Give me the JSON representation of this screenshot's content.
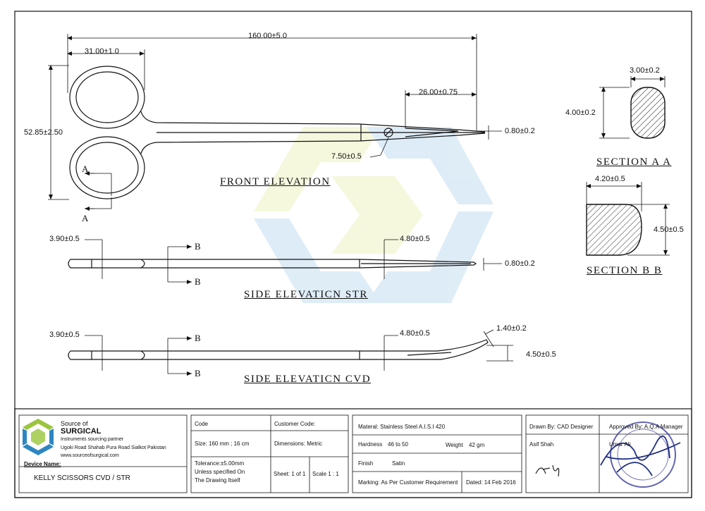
{
  "drawing": {
    "views": {
      "front": "FRONT  ELEVATION",
      "side_str": "SIDE  ELEVATICN  STR",
      "side_cvd": "SIDE  ELEVATICN  CVD",
      "section_a": "SECTION  A  A",
      "section_b": "SECTION  B  B"
    },
    "dims": {
      "overall_length": "160.00±5.0",
      "ring_width": "31.00±1.0",
      "height": "52.85±2.50",
      "tip_length": "26.00±0.75",
      "tip_width": "0.80±0.2",
      "screw": "7.50±0.5",
      "sec_a_w": "3.00±0.2",
      "sec_a_h": "4.00±0.2",
      "sec_b_w": "4.20±0.5",
      "sec_b_h": "4.50±0.5",
      "str_handle": "3.90±0.5",
      "str_joint": "4.80±0.5",
      "str_tip": "0.80±0.2",
      "cvd_handle": "3.90±0.5",
      "cvd_joint": "4.80±0.5",
      "cvd_tip": "1.40±0.2",
      "cvd_curve": "4.50±0.5"
    },
    "markers": {
      "a": "A",
      "b": "B"
    }
  },
  "titleblock": {
    "company_line1": "Source of",
    "company_line2": "SURGICAL",
    "tagline": "Instruments sourcing partner",
    "address": "Ugoki Road Shahab Pura Road Sialkot Pakistan",
    "website": "www.sourceofsurgical.com",
    "device_name_label": "Device Name:",
    "device_name": "KELLY SCISSORS CVD / STR",
    "code_label": "Code",
    "customer_code_label": "Customer Code:",
    "size": "Size:  160 mm ; 16 cm",
    "dimensions": "Dimensions: Metric",
    "tolerance_1": "Tolerance:±5.00mm",
    "tolerance_2": "Unless specified On",
    "tolerance_3": "The Drawing Itself",
    "sheet": "Sheet:  1 of 1",
    "scale": "Scale 1 : 1",
    "material": "Materal: Stainless Steel A.I.S.I 420",
    "hardness_label": "Hardness",
    "hardness": "46 to 50",
    "weight_label": "Weight",
    "weight": "42 gm",
    "finish_label": "Finish",
    "finish": "Satin",
    "marking": "Marking: As Per Customer Requirement",
    "date": "Dated: 14 Feb 2016",
    "drawn_by": "Drawn By: CAD Designer",
    "drawn_name": "Asif Shah",
    "approved_by": "Approved By: A.Q.A Manager",
    "approved_name": "Umar Ali"
  }
}
